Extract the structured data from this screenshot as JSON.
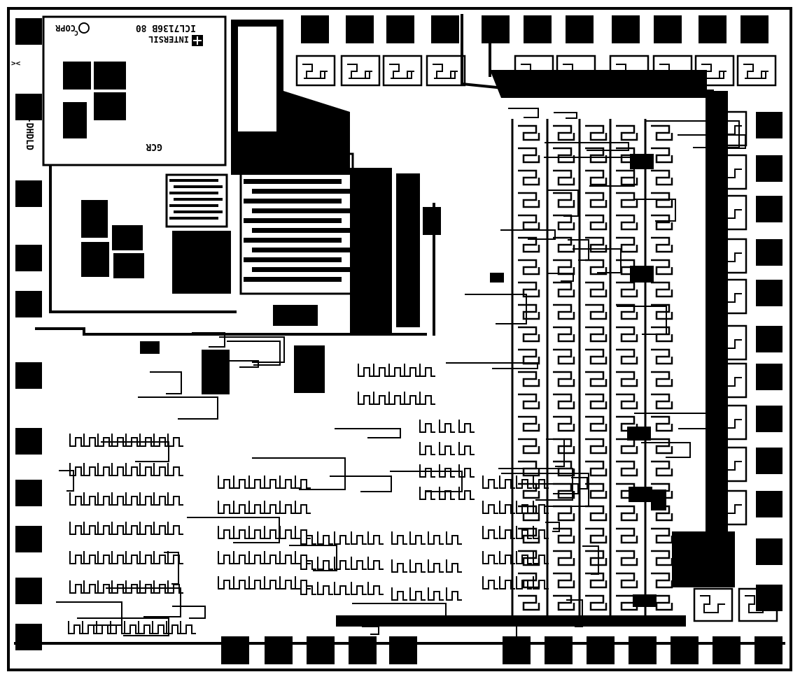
{
  "die_markings": {
    "copyright_line": "ICL7136B 80",
    "copyright_symbol": "C",
    "copyright_suffix": "COPR",
    "brand": "INTERSIL",
    "block_label": "GCR",
    "side_label": "H-DHDLD",
    "corner_mark": "><"
  },
  "colors": {
    "metal": "#000000",
    "substrate": "#ffffff"
  }
}
